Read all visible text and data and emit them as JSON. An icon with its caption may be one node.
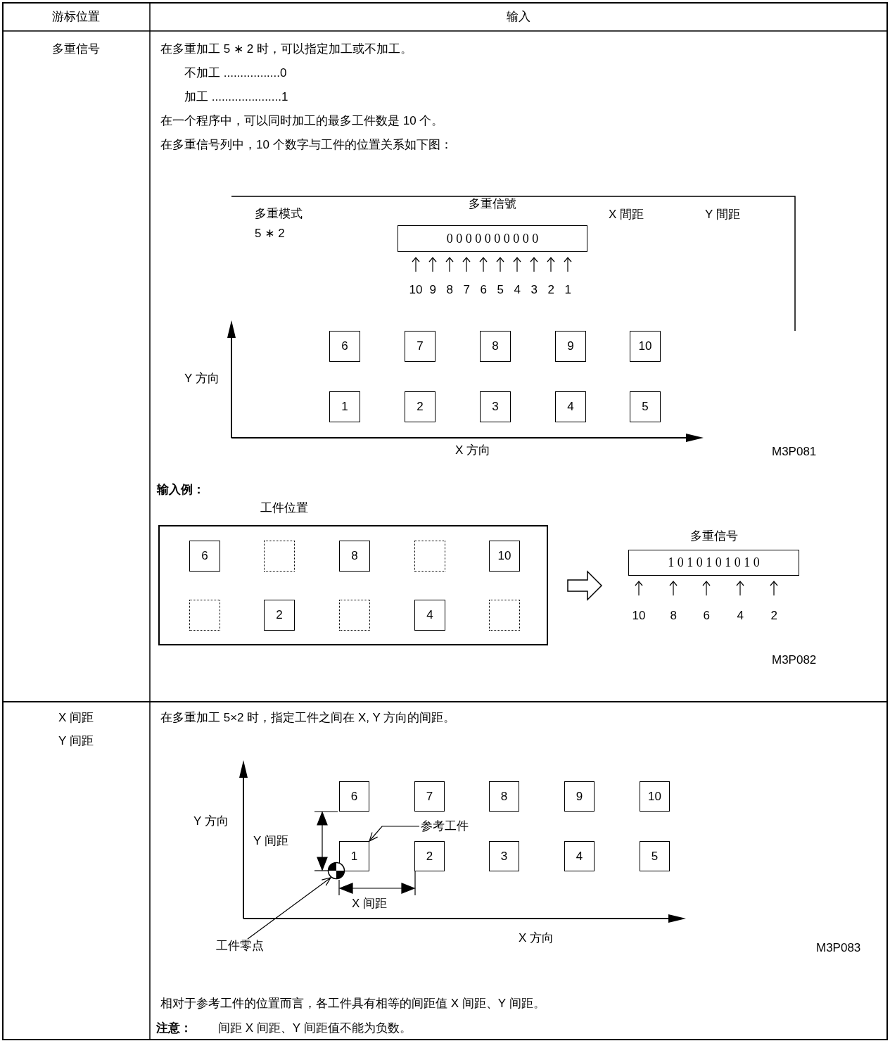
{
  "diagram": {
    "nodes": [
      {
        "text": [
          "多重信號",
          "0 0 0 0 0 0 0 0 0 0"
        ]
      },
      {
        "text": [
          "6"
        ]
      },
      {
        "text": [
          "7"
        ]
      },
      {
        "text": [
          "8"
        ]
      },
      {
        "text": [
          "9"
        ]
      },
      {
        "text": [
          "10"
        ]
      },
      {
        "text": [
          "1"
        ]
      },
      {
        "text": [
          "2"
        ]
      },
      {
        "text": [
          "3"
        ]
      },
      {
        "text": [
          "4"
        ]
      },
      {
        "text": [
          "5"
        ]
      },
      {
        "text": [
          "工件位置"
        ]
      },
      {
        "text": [
          "6"
        ],
        "in": 11
      },
      {
        "text": [],
        "shape": "box",
        "in": 11
      },
      {
        "text": [
          "8"
        ],
        "in": 11
      },
      {
        "text": [],
        "shape": "box",
        "in": 11
      },
      {
        "text": [
          "10"
        ],
        "in": 11
      },
      {
        "text": [],
        "shape": "box",
        "in": 11
      },
      {
        "text": [
          "2"
        ],
        "in": 11
      },
      {
        "text": [],
        "shape": "box",
        "in": 11
      },
      {
        "text": [
          "4"
        ],
        "in": 11
      },
      {
        "text": [],
        "shape": "box",
        "in": 11
      },
      {
        "text": [
          "多重信号",
          "1 0 1 0 1 0 1 0 1 0"
        ]
      },
      {
        "text": [
          "6"
        ]
      },
      {
        "text": [
          "7"
        ]
      },
      {
        "text": [
          "8"
        ]
      },
      {
        "text": [
          "9"
        ]
      },
      {
        "text": [
          "10"
        ]
      },
      {
        "text": [
          "参考工件"
        ]
      },
      {
        "text": [
          "1"
        ]
      },
      {
        "text": [
          "2"
        ]
      },
      {
        "text": [
          "3"
        ]
      },
      {
        "text": [
          "4"
        ]
      },
      {
        "text": [
          "5"
        ]
      },
      {
        "text": [],
        "shape": "circle"
      },
      {
        "text": [
          "工件零点"
        ]
      }
    ],
    "edges": [
      {
        "from": 11,
        "to": 22,
        "arrow": "to"
      },
      {
        "from": 28,
        "to": 29,
        "arrow": "to"
      },
      {
        "from": 35,
        "to": 34,
        "arrow": "to"
      }
    ],
    "labels": [
      "游标位置",
      "输入",
      "多重信号",
      "在多重加工 5 ∗ 2 时，可以指定加工或不加工。",
      "不加工 .................0",
      "加工 .....................1",
      "在一个程序中，可以同时加工的最多工件数是 10 个。",
      "在多重信号列中，10 个数字与工件的位置关系如下图：",
      "多重模式",
      "5 ∗ 2",
      "X 間距",
      "Y 間距",
      "10",
      "9",
      "8",
      "7",
      "6",
      "5",
      "4",
      "3",
      "2",
      "1",
      "Y 方向",
      "X 方向",
      "M3P081",
      "输入例：",
      "10",
      "8",
      "6",
      "4",
      "2",
      "M3P082",
      "X 间距",
      "Y 间距",
      "在多重加工 5×2 时，指定工件之间在 X, Y 方向的间距。",
      "Y 方向",
      "Y 间距",
      "X 间距",
      "X 方向",
      "M3P083",
      "相对于参考工件的位置而言，各工件具有相等的间距值 X 间距、Y 间距。",
      "注意：",
      "间距 X 间距、Y 间距值不能为负数。"
    ]
  }
}
